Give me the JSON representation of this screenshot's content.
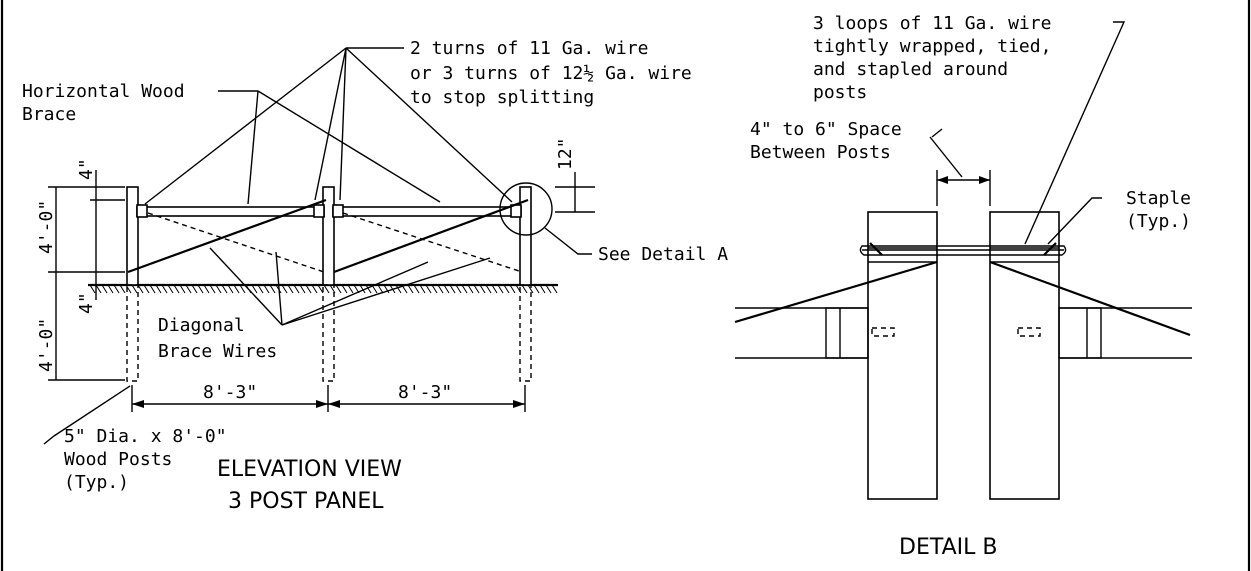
{
  "elevation": {
    "title_line1": "ELEVATION VIEW",
    "title_line2": "3 POST PANEL",
    "note_wire_turns": [
      "2 turns of 11 Ga. wire",
      "or 3 turns of 12½ Ga. wire",
      "to stop splitting"
    ],
    "note_horizontal_brace": [
      "Horizontal Wood",
      "Brace"
    ],
    "note_diagonal": [
      "Diagonal",
      "Brace Wires"
    ],
    "note_posts": [
      "5\" Dia. x 8'-0\"",
      "Wood Posts",
      "(Typ.)"
    ],
    "see_detail": "See Detail A",
    "dim_top": "4\"",
    "dim_height": "4'-0\"",
    "dim_ground": "4\"",
    "dim_depth": "4'-0\"",
    "dim_12": "12\"",
    "dim_span1": "8'-3\"",
    "dim_span2": "8'-3\""
  },
  "detail_b": {
    "title": "DETAIL B",
    "note_loops": [
      "3 loops of 11 Ga. wire",
      "tightly wrapped, tied,",
      "and stapled around",
      "posts"
    ],
    "note_space": [
      "4\" to 6\" Space",
      "Between Posts"
    ],
    "note_staple": [
      "Staple",
      "(Typ.)"
    ]
  }
}
